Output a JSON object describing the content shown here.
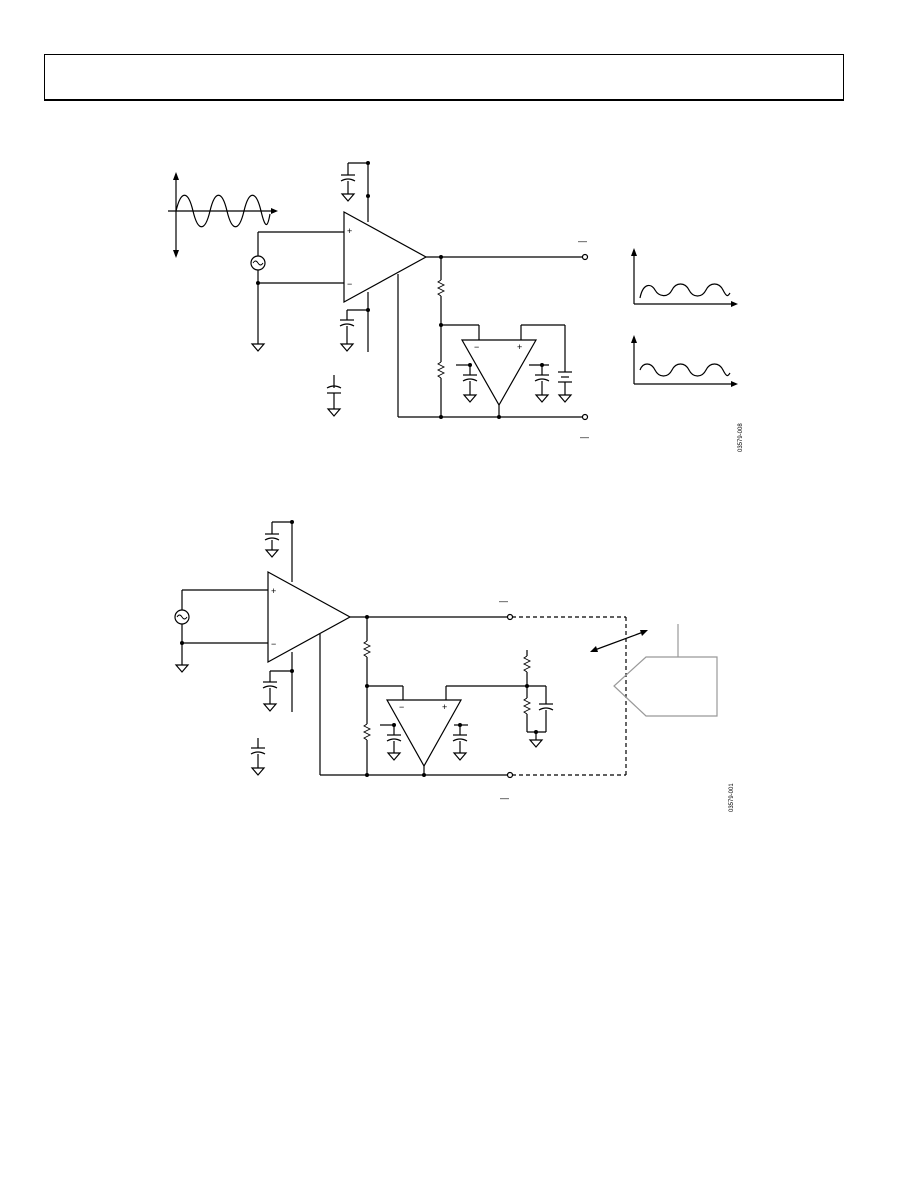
{
  "header": {
    "text": ""
  },
  "figures": [
    {
      "id": "top-circuit",
      "figure_code": "03579-008",
      "pin_marks": [
        "—",
        "—"
      ]
    },
    {
      "id": "bottom-circuit",
      "figure_code": "03579-001",
      "pin_marks": [
        "—",
        "—"
      ]
    }
  ],
  "opamp_signs": {
    "plus": "+",
    "minus": "−"
  }
}
